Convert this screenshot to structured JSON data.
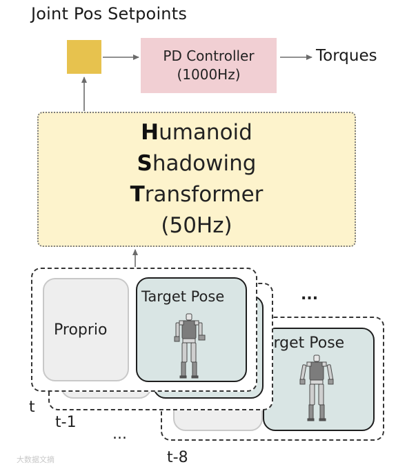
{
  "title": "Joint Pos Setpoints",
  "pd_controller": {
    "line1": "PD Controller",
    "line2": "(1000Hz)"
  },
  "output_label": "Torques",
  "transformer": {
    "line1_initial": "H",
    "line1_rest": "umanoid",
    "line2_initial": "S",
    "line2_rest": "hadowing",
    "line3_initial": "T",
    "line3_rest": "ransformer",
    "rate": "(50Hz)"
  },
  "frames": {
    "proprio_label": "Proprio",
    "target_label": "Target Pose",
    "target_label_clipped": "arget Pose",
    "time_t": "t",
    "time_t_minus_1": "t-1",
    "time_t_minus_8": "t-8",
    "ellipsis_top": "...",
    "ellipsis_bottom": "..."
  },
  "watermark": "大数据文摘",
  "colors": {
    "setpoint": "#e7c24e",
    "pd_box": "#f1cfd3",
    "transformer_box": "#fdf3cc",
    "target_box": "#d9e5e4",
    "proprio_box": "#eeeeee"
  }
}
